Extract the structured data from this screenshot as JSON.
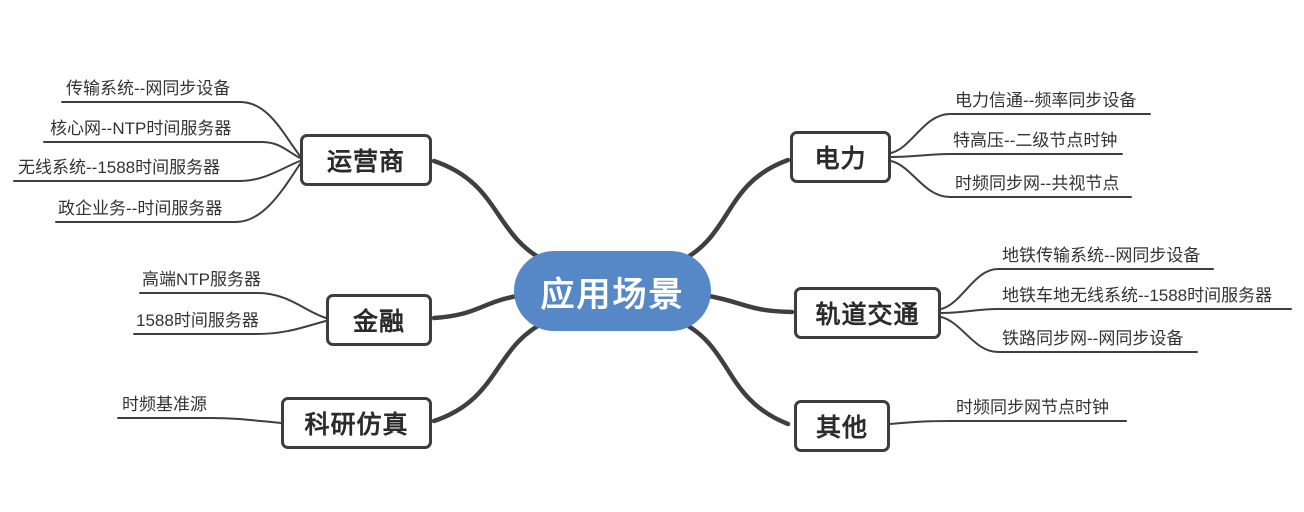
{
  "center": {
    "label": "应用场景"
  },
  "branches": [
    {
      "id": "operators",
      "label": "运营商",
      "leaves": [
        "传输系统--网同步设备",
        "核心网--NTP时间服务器",
        "无线系统--1588时间服务器",
        "政企业务--时间服务器"
      ]
    },
    {
      "id": "finance",
      "label": "金融",
      "leaves": [
        "高端NTP服务器",
        "1588时间服务器"
      ]
    },
    {
      "id": "research-simulation",
      "label": "科研仿真",
      "leaves": [
        "时频基准源"
      ]
    },
    {
      "id": "power",
      "label": "电力",
      "leaves": [
        "电力信通--频率同步设备",
        "特高压--二级节点时钟",
        "时频同步网--共视节点"
      ]
    },
    {
      "id": "rail-transit",
      "label": "轨道交通",
      "leaves": [
        "地铁传输系统--网同步设备",
        "地铁车地无线系统--1588时间服务器",
        "铁路同步网--网同步设备"
      ]
    },
    {
      "id": "others",
      "label": "其他",
      "leaves": [
        "时频同步网节点时钟"
      ]
    }
  ],
  "colors": {
    "center_bg": "#5688c7",
    "center_text": "#ffffff",
    "node_border": "#3d3d3d",
    "node_text": "#2b2b2b",
    "leaf_text": "#333333",
    "line": "#3f3f3f"
  }
}
